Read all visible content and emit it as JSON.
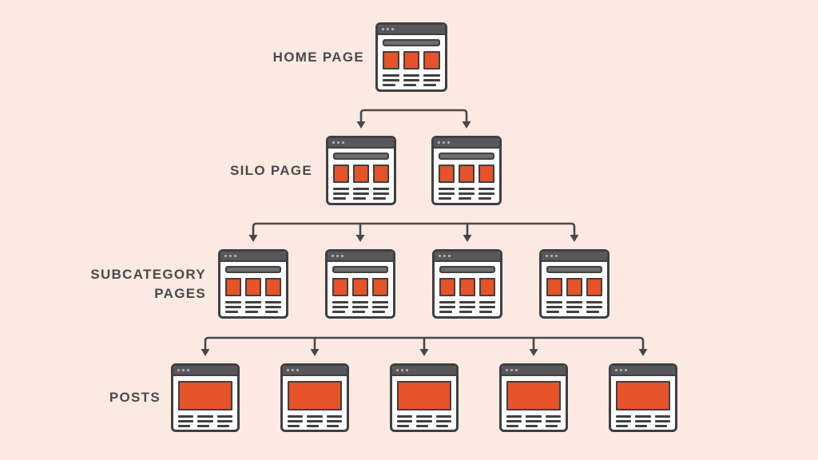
{
  "diagram": {
    "name": "website-silo-structure",
    "rows": [
      {
        "id": "home-page",
        "label": "HOME PAGE",
        "label_lines": [
          "HOME PAGE"
        ],
        "icon": "browser-page-icon",
        "count": 1
      },
      {
        "id": "silo-page",
        "label": "SILO PAGE",
        "label_lines": [
          "SILO PAGE"
        ],
        "icon": "browser-page-icon",
        "count": 2
      },
      {
        "id": "subcategory-pages",
        "label": "SUBCATEGORY PAGES",
        "label_lines": [
          "SUBCATEGORY",
          "PAGES"
        ],
        "icon": "browser-page-icon",
        "count": 4
      },
      {
        "id": "posts",
        "label": "POSTS",
        "label_lines": [
          "POSTS"
        ],
        "icon": "browser-post-icon",
        "count": 5
      }
    ],
    "icons": {
      "browser-page-icon": "browser window with navbar, three orange content blocks and three text columns",
      "browser-post-icon": "browser window with one large orange hero block and three text columns"
    }
  },
  "colors": {
    "background": "#fce9e2",
    "outline": "#404043",
    "titlebar": "#58585b",
    "titlebar_dots": "#b9b9bb",
    "navbar": "#6d6e71",
    "accent_orange": "#e65328",
    "panel_white": "#ffffff",
    "connector": "#48484a",
    "label_text": "#4a4a4c"
  }
}
